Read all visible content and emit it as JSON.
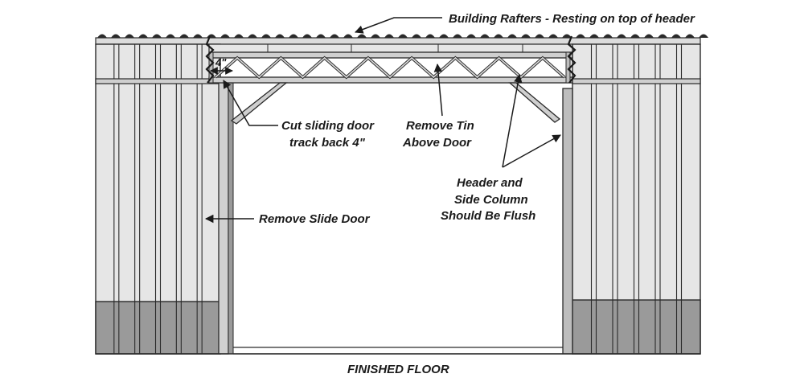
{
  "labels": {
    "rafters": "Building Rafters - Resting on top of header",
    "measure": "4\"",
    "cut_track_line1": "Cut sliding door",
    "cut_track_line2": "track back 4\"",
    "remove_tin_line1": "Remove Tin",
    "remove_tin_line2": "Above Door",
    "header_line1": "Header and",
    "header_line2": "Side Column",
    "header_line3": "Should Be Flush",
    "remove_slide": "Remove Slide Door",
    "floor": "FINISHED FLOOR"
  },
  "colors": {
    "panel": "#e6e6e6",
    "panel_dark": "#9a9a9a",
    "outline": "#2a2a2a",
    "steel": "#cfcfcf",
    "text": "#1a1a1a"
  }
}
